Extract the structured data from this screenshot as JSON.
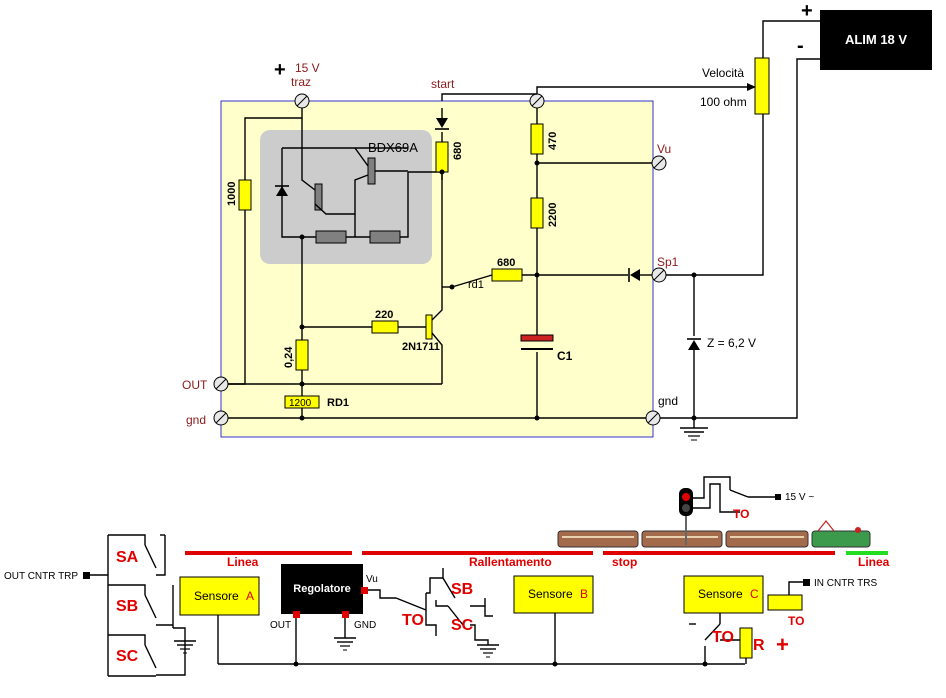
{
  "supply": {
    "title": "ALIM 18 V",
    "plus_sign": "+",
    "minus_sign": "-"
  },
  "pot": {
    "label": "Velocità",
    "value": "100 ohm"
  },
  "terminals": {
    "traz_voltage": "15 V",
    "traz_plus": "+",
    "traz": "traz",
    "start": "start",
    "vu": "Vu",
    "sp1": "Sp1",
    "out": "OUT",
    "gnd_left": "gnd",
    "gnd_right": "gnd"
  },
  "components": {
    "darlington": "BDX69A",
    "r_1000": "1000",
    "r_680_vert": "680",
    "r_470": "470",
    "r_2200": "2200",
    "r_680_horiz": "680",
    "r_220": "220",
    "r_024": "0,24",
    "r_1200": "1200",
    "rd1_box": "RD1",
    "rd1_contact": "rd1",
    "transistor": "2N1711",
    "capacitor": "C1",
    "zener": "Z = 6,2 V"
  },
  "bottom": {
    "out_cntr": "OUT CNTR TRP",
    "sa": "SA",
    "sb": "SB",
    "sc": "SC",
    "linea_left": "Linea",
    "rallentamento": "Rallentamento",
    "stop": "stop",
    "linea_right": "Linea",
    "sensore": "Sensore",
    "sensore_a": "A",
    "sensore_b": "B",
    "sensore_c": "C",
    "regolatore": "Regolatore",
    "reg_vu": "Vu",
    "reg_out": "OUT",
    "reg_gnd": "GND",
    "to": "TO",
    "sb2": "SB",
    "sc2": "SC",
    "v15ac": "15 V ~",
    "in_cntr": "IN CNTR TRS",
    "to_coil": "TO",
    "to_relay": "TO",
    "r": "R",
    "plus": "+",
    "to_signal": "TO"
  },
  "colors": {
    "board_fill": "#ffffcc",
    "board_border": "#3333cc",
    "heatsink": "#cccccc",
    "resistor": "#ffff00",
    "track_red": "#e00000",
    "track_green": "#22dd22"
  }
}
